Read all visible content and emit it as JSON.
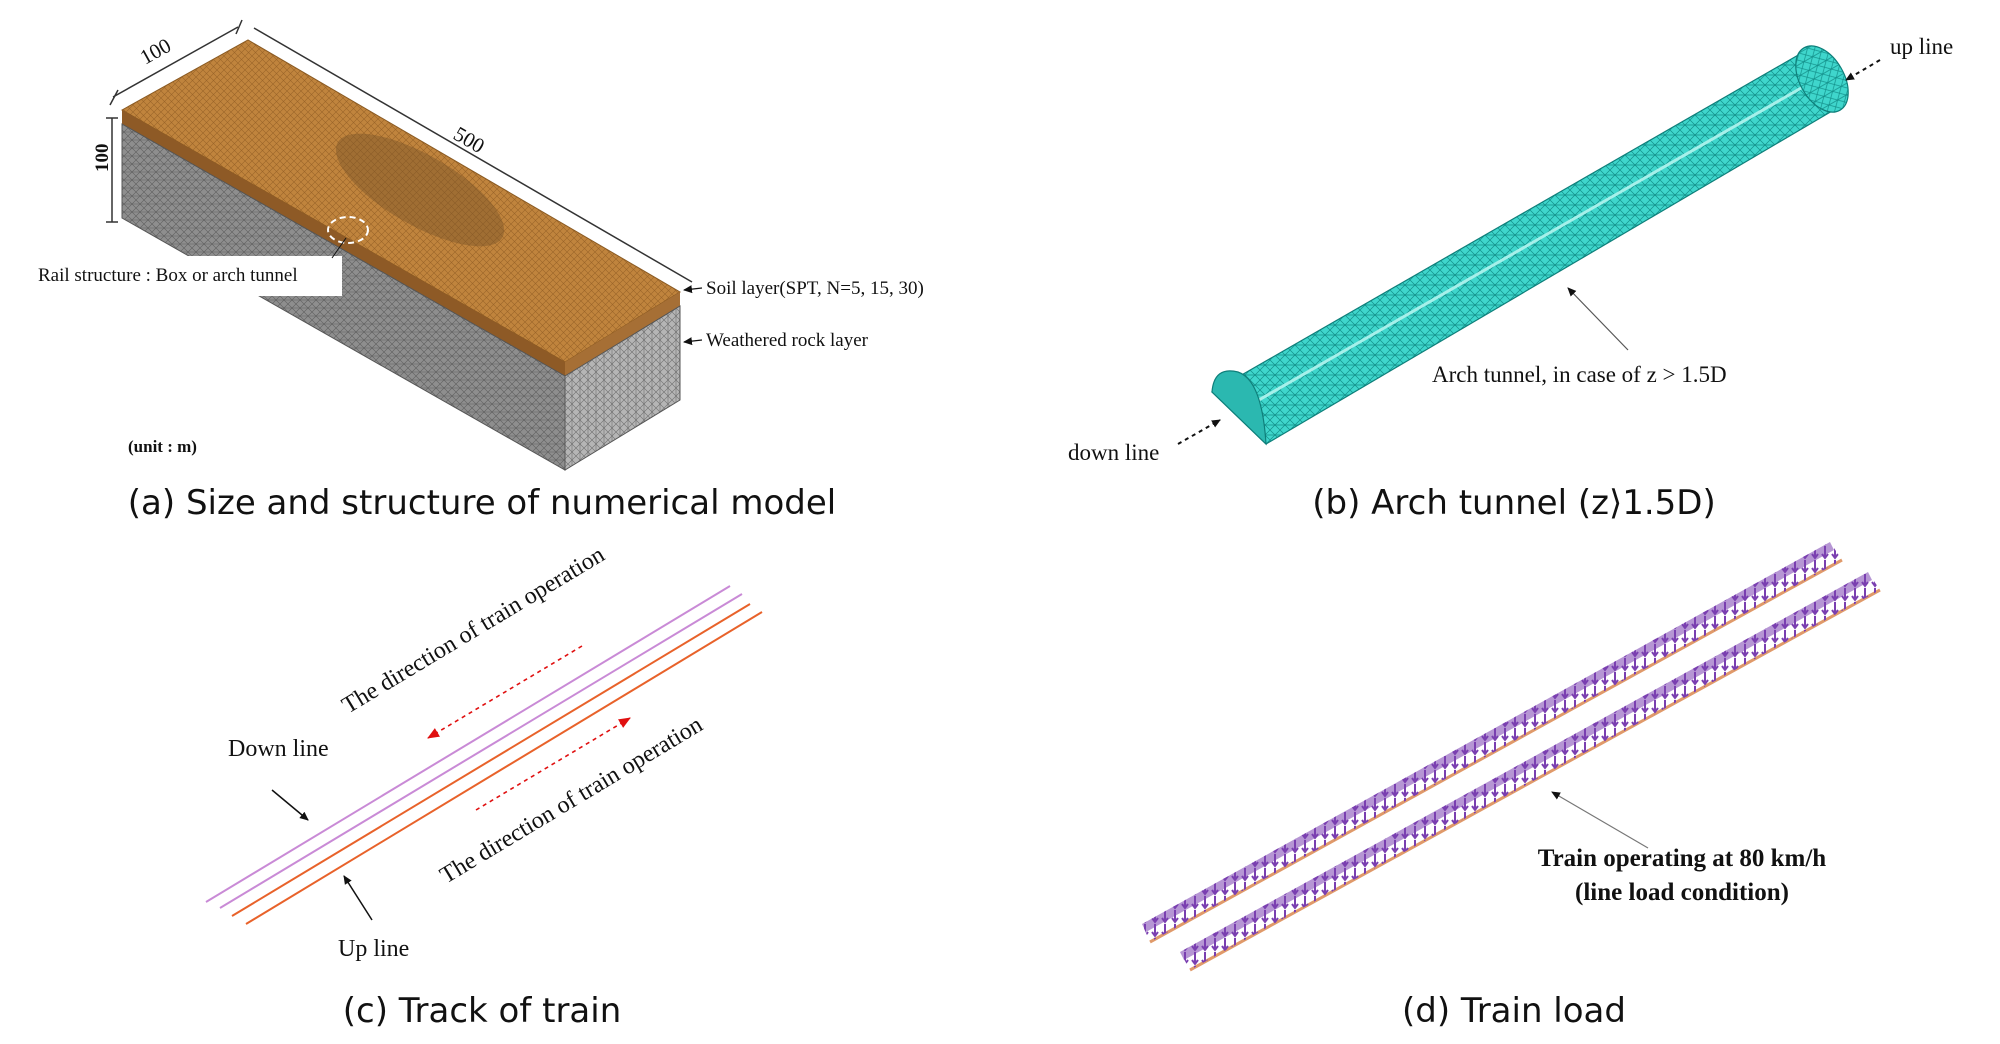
{
  "panel_a": {
    "dim_width": "100",
    "dim_height": "100",
    "dim_length": "500",
    "label_rail": "Rail structure : Box or arch tunnel",
    "label_soil": "Soil layer(SPT, N=5, 15, 30)",
    "label_rock": "Weathered rock layer",
    "label_unit": "(unit : m)",
    "caption": "(a) Size and structure of numerical model",
    "colors": {
      "soil": "#c0843d",
      "rock": "#8c8c8c"
    }
  },
  "panel_b": {
    "label_up": "up line",
    "label_down": "down line",
    "label_tunnel": "Arch tunnel, in case of z > 1.5D",
    "caption": "(b) Arch tunnel (z⟩1.5D)",
    "colors": {
      "tunnel": "#3fd6cc"
    }
  },
  "panel_c": {
    "label_dir_upper": "The direction of train operation",
    "label_dir_lower": "The direction of train operation",
    "label_down": "Down line",
    "label_up": "Up line",
    "caption": "(c) Track of train",
    "colors": {
      "down_line": "#c98ad6",
      "up_line": "#e8622a",
      "arrow": "#e01010"
    }
  },
  "panel_d": {
    "label_train_1": "Train operating at 80 km/h",
    "label_train_2": "(line load condition)",
    "caption": "(d) Train load",
    "colors": {
      "load": "#7a3fb0"
    }
  }
}
